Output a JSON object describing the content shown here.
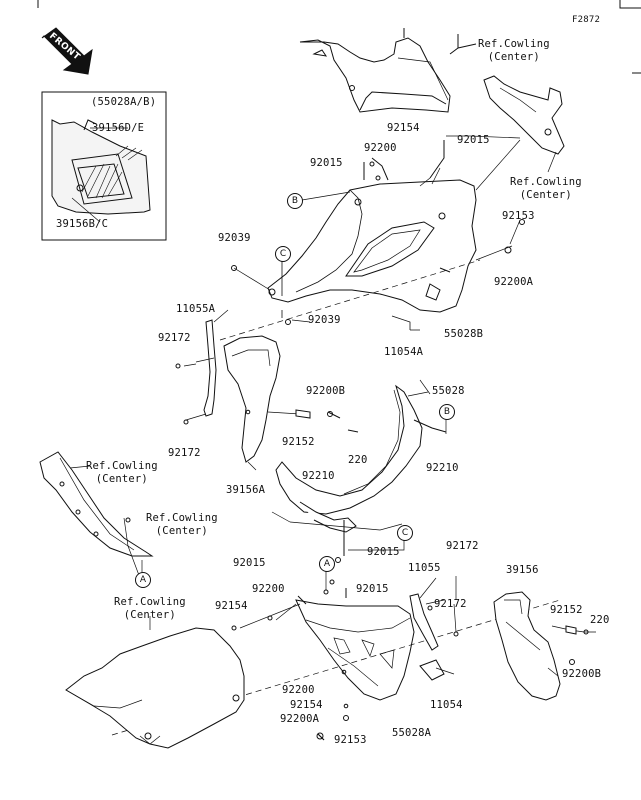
{
  "figure_code": "F2872",
  "front_label": "FRONT",
  "ref_center": "Ref.Cowling\n(Center)",
  "inset": {
    "header": "(55028A/B)",
    "part_top": "39156D/E",
    "part_bottom": "39156B/C"
  },
  "parts": {
    "p92154_a": "92154",
    "p92015_a": "92015",
    "p92200_a": "92200",
    "p92015_b": "92015",
    "p92153_a": "92153",
    "p92200A_a": "92200A",
    "p92039_a": "92039",
    "p92039_b": "92039",
    "p55028B": "55028B",
    "p11054A": "11054A",
    "p11055A": "11055A",
    "p92172_a": "92172",
    "p92172_b": "92172",
    "p39156A": "39156A",
    "p92200B_a": "92200B",
    "p92152_a": "92152",
    "p220_a": "220",
    "p55028": "55028",
    "p92210_a": "92210",
    "p92210_b": "92210",
    "p92015_c": "92015",
    "p92015_d": "92015",
    "p92015_e": "92015",
    "p92200_b": "92200",
    "p92154_b": "92154",
    "p92172_c": "92172",
    "p11055": "11055",
    "p92172_d": "92172",
    "p39156": "39156",
    "p92152_b": "92152",
    "p220_b": "220",
    "p92200B_b": "92200B",
    "p92200_c": "92200",
    "p92154_c": "92154",
    "p92200A_b": "92200A",
    "p92153_b": "92153",
    "p11054": "11054",
    "p55028A": "55028A"
  },
  "markers": {
    "b": "B",
    "c": "C",
    "a": "A"
  }
}
